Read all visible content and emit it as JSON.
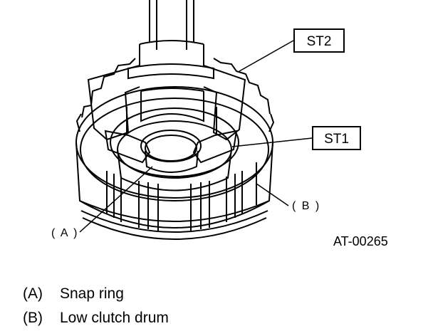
{
  "labels": {
    "st2": "ST2",
    "st1": "ST1",
    "callout_a": "( A )",
    "callout_b": "( B )",
    "figure_code": "AT-00265"
  },
  "legend": [
    {
      "key": "(A)",
      "text": "Snap ring"
    },
    {
      "key": "(B)",
      "text": "Low clutch drum"
    }
  ],
  "colors": {
    "line": "#000000",
    "background": "#ffffff"
  }
}
